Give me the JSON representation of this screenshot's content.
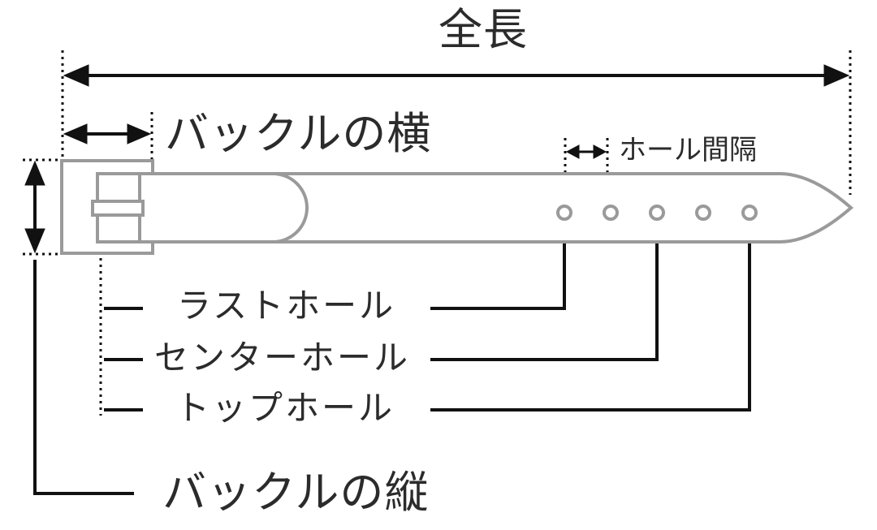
{
  "labels": {
    "total_length": "全長",
    "buckle_width": "バックルの横",
    "hole_spacing": "ホール間隔",
    "last_hole": "ラストホール",
    "center_hole": "センターホール",
    "top_hole": "トップホール",
    "buckle_height": "バックルの縦"
  },
  "colors": {
    "line": "#111111",
    "belt_outline": "#9a9a9a",
    "text": "#2b2b2b",
    "background": "#ffffff"
  }
}
